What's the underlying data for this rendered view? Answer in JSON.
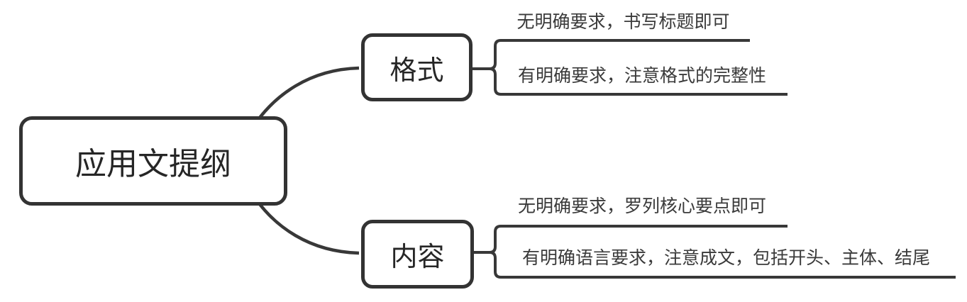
{
  "diagram": {
    "type": "mindmap",
    "root": {
      "label": "应用文提纲"
    },
    "branches": [
      {
        "label": "格式",
        "children": [
          {
            "label": "无明确要求，书写标题即可"
          },
          {
            "label": "有明确要求，注意格式的完整性"
          }
        ]
      },
      {
        "label": "内容",
        "children": [
          {
            "label": "无明确要求，罗列核心要点即可"
          },
          {
            "label": "有明确语言要求，注意成文，包括开头、主体、结尾"
          }
        ]
      }
    ],
    "colors": {
      "background": "#ffffff",
      "line": "#383838",
      "node_border": "#333333",
      "node_text": "#262626",
      "leaf_text": "#3a3a3a"
    }
  }
}
